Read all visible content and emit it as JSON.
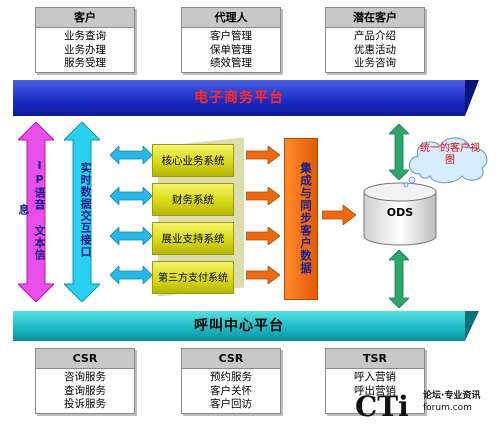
{
  "top_boxes": [
    {
      "title": "客户",
      "items": [
        "业务查询",
        "业务办理",
        "服务受理"
      ]
    },
    {
      "title": "代理人",
      "items": [
        "客户管理",
        "保单管理",
        "绩效管理"
      ]
    },
    {
      "title": "潜在客户",
      "items": [
        "产品介绍",
        "优惠活动",
        "业务咨询"
      ]
    }
  ],
  "top_platform": "电子商务平台",
  "bottom_platform": "呼叫中心平台",
  "left_column_ip": "IP语音 文本信息",
  "left_column_interface": "实时数据交互接口",
  "systems": [
    "核心业务系统",
    "财务系统",
    "展业支持系统",
    "第三方支付系统"
  ],
  "integration": "集成与同步客户数据",
  "ods": "ODS",
  "cloud": "统一的客户视图",
  "bottom_boxes": [
    {
      "title": "CSR",
      "items": [
        "咨询服务",
        "查询服务",
        "投诉服务"
      ]
    },
    {
      "title": "CSR",
      "items": [
        "预约服务",
        "客户关怀",
        "客户回访"
      ]
    },
    {
      "title": "TSR",
      "items": [
        "呼入营销",
        "呼出营销"
      ]
    }
  ],
  "watermark": {
    "brand": "CTi",
    "line1": "论坛·专业资讯",
    "line2": "forum.com"
  },
  "colors": {
    "platform_blue": "#1a2ac4",
    "platform_teal": "#19b7c4",
    "ip_column": "#e84ee8",
    "interface_column": "#2ad0f0",
    "system_yellow": "#d9d916",
    "orange": "#ee6a12",
    "cyan_arrow": "#29b9e6",
    "green_arrow": "#2aa86a"
  },
  "icons": [
    "double-arrow-icon",
    "right-arrow-icon",
    "database-icon",
    "cloud-icon"
  ]
}
